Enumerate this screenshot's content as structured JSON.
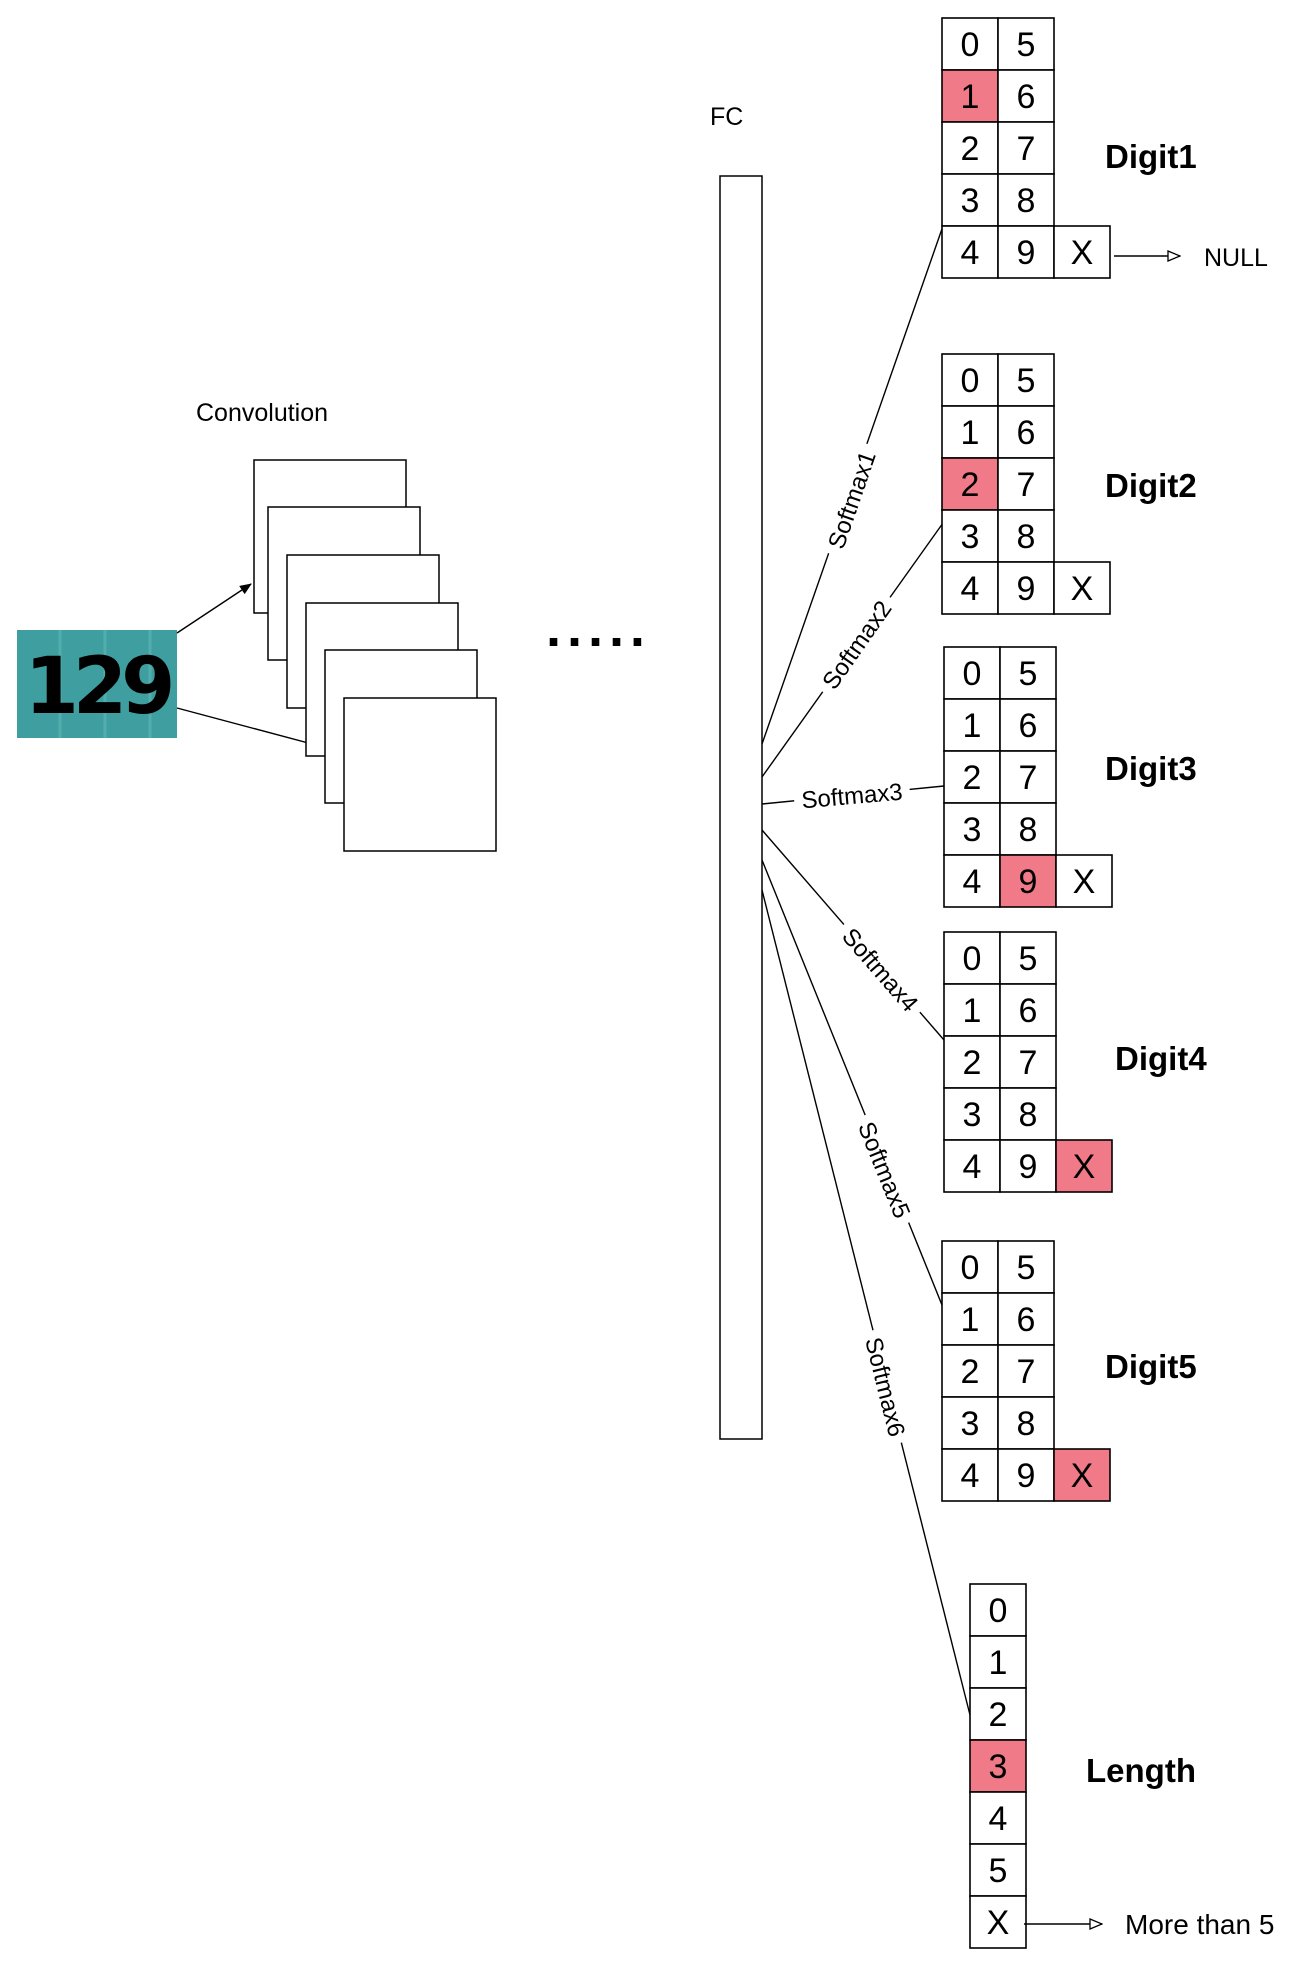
{
  "labels": {
    "convolution": "Convolution",
    "fc": "FC",
    "ellipsis": "·····",
    "null": "NULL",
    "more_than_5": "More than 5"
  },
  "input_image": {
    "text": "129",
    "background_color": "#3f9ea0",
    "digit_color": "#27334a"
  },
  "highlight_color": "#f07a87",
  "digit_tables": [
    {
      "label": "Digit1",
      "softmax": "Softmax1",
      "highlight": "1",
      "rows": [
        [
          "0",
          "5"
        ],
        [
          "1",
          "6"
        ],
        [
          "2",
          "7"
        ],
        [
          "3",
          "8"
        ],
        [
          "4",
          "9",
          "X"
        ]
      ]
    },
    {
      "label": "Digit2",
      "softmax": "Softmax2",
      "highlight": "2",
      "rows": [
        [
          "0",
          "5"
        ],
        [
          "1",
          "6"
        ],
        [
          "2",
          "7"
        ],
        [
          "3",
          "8"
        ],
        [
          "4",
          "9",
          "X"
        ]
      ]
    },
    {
      "label": "Digit3",
      "softmax": "Softmax3",
      "highlight": "9",
      "rows": [
        [
          "0",
          "5"
        ],
        [
          "1",
          "6"
        ],
        [
          "2",
          "7"
        ],
        [
          "3",
          "8"
        ],
        [
          "4",
          "9",
          "X"
        ]
      ]
    },
    {
      "label": "Digit4",
      "softmax": "Softmax4",
      "highlight": "X",
      "rows": [
        [
          "0",
          "5"
        ],
        [
          "1",
          "6"
        ],
        [
          "2",
          "7"
        ],
        [
          "3",
          "8"
        ],
        [
          "4",
          "9",
          "X"
        ]
      ]
    },
    {
      "label": "Digit5",
      "softmax": "Softmax5",
      "highlight": "X",
      "rows": [
        [
          "0",
          "5"
        ],
        [
          "1",
          "6"
        ],
        [
          "2",
          "7"
        ],
        [
          "3",
          "8"
        ],
        [
          "4",
          "9",
          "X"
        ]
      ]
    }
  ],
  "length_table": {
    "label": "Length",
    "softmax": "Softmax6",
    "highlight": "3",
    "cells": [
      "0",
      "1",
      "2",
      "3",
      "4",
      "5",
      "X"
    ]
  }
}
